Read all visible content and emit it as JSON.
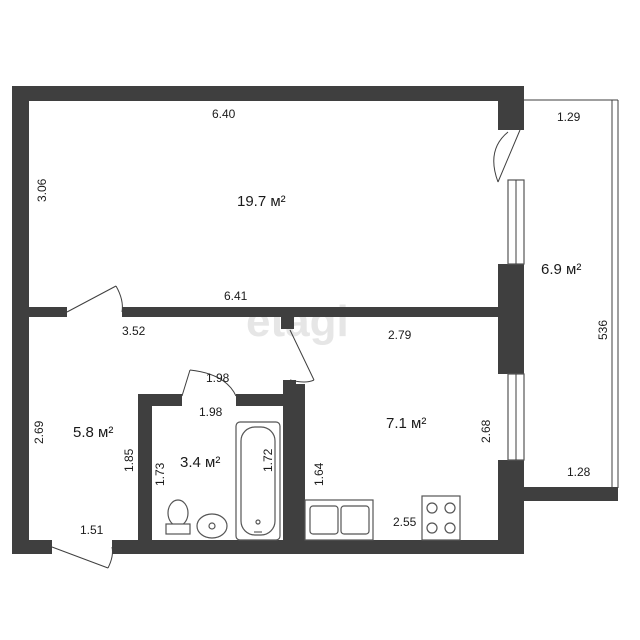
{
  "watermark": "etagi",
  "rooms": {
    "living_room_area": "19.7 м²",
    "balcony_area": "6.9 м²",
    "hallway_area": "5.8 м²",
    "bathroom_area": "3.4 м²",
    "kitchen_area": "7.1 м²"
  },
  "dimensions": {
    "living_top_width": "6.40",
    "living_left_height": "3.06",
    "living_bottom_width": "6.41",
    "balcony_top_width": "1.29",
    "balcony_length": "536",
    "balcony_bottom_width": "1.28",
    "hallway_top_width": "3.52",
    "hallway_left_height": "2.69",
    "hallway_bottom_width": "1.51",
    "hallway_right_height": "1.85",
    "bathroom_top_outer": "1.98",
    "bathroom_top_inner": "1.98",
    "bathroom_left_height": "1.73",
    "bathroom_right_height": "1.72",
    "kitchen_top_width": "2.79",
    "kitchen_right_height": "2.68",
    "kitchen_left_height": "1.64",
    "kitchen_bottom_width": "2.55"
  },
  "colors": {
    "wall": "#3f3f3f",
    "background": "#ffffff",
    "watermark": "#e6e6e6"
  }
}
